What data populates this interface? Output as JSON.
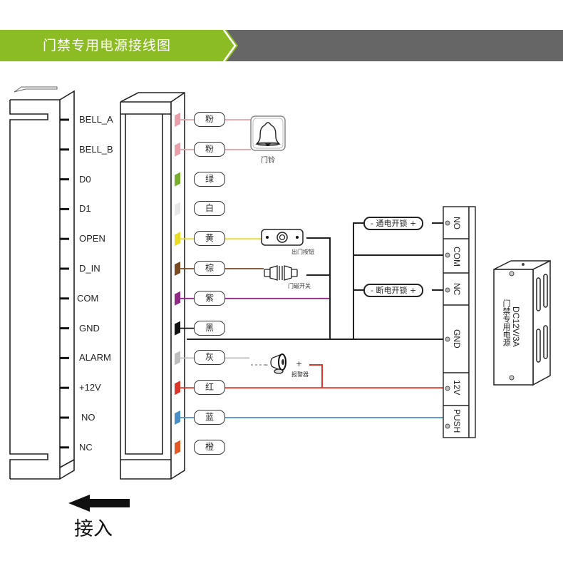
{
  "header": {
    "title": "门禁专用电源接线图",
    "accent_color": "#8cbc24",
    "secondary_color": "#666666"
  },
  "controller_pins": [
    {
      "name": "BELL_A"
    },
    {
      "name": "BELL_B"
    },
    {
      "name": "D0"
    },
    {
      "name": "D1"
    },
    {
      "name": "OPEN"
    },
    {
      "name": "D_IN"
    },
    {
      "name": "COM"
    },
    {
      "name": "GND"
    },
    {
      "name": "ALARM"
    },
    {
      "name": "+12V"
    },
    {
      "name": "NO"
    },
    {
      "name": "NC"
    }
  ],
  "wires": [
    {
      "label": "粉",
      "color": "#e8a0aa"
    },
    {
      "label": "粉",
      "color": "#e8a0aa"
    },
    {
      "label": "绿",
      "color": "#7aae2e"
    },
    {
      "label": "白",
      "color": "#e6e6e6"
    },
    {
      "label": "黄",
      "color": "#e8dc2a"
    },
    {
      "label": "棕",
      "color": "#7a4a22"
    },
    {
      "label": "紫",
      "color": "#8e2a82"
    },
    {
      "label": "黑",
      "color": "#111111"
    },
    {
      "label": "灰",
      "color": "#bdbdbd"
    },
    {
      "label": "红",
      "color": "#d8392c"
    },
    {
      "label": "蓝",
      "color": "#4a8ec8"
    },
    {
      "label": "橙",
      "color": "#e05a28"
    }
  ],
  "devices": {
    "bell": "门铃",
    "exit_button": "出门按钮",
    "door_sensor": "门磁开关",
    "alarm": "报警器",
    "alarm_minus": "-",
    "alarm_plus": "+"
  },
  "locks": {
    "power_on_unlock": "- 通电开锁 +",
    "power_off_unlock": "- 断电开锁 +"
  },
  "terminal_block": [
    "NO",
    "COM",
    "NC",
    "GND",
    "12V",
    "PUSH"
  ],
  "power_supply": {
    "rating": "DC12V/3A",
    "name": "门禁专用电源"
  },
  "arrow_caption": "接入"
}
